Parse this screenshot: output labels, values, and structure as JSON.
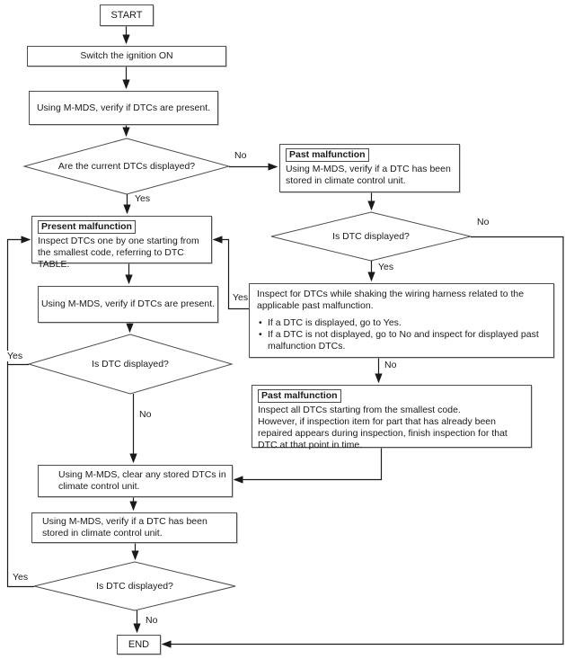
{
  "labels": {
    "yes": "Yes",
    "no": "No"
  },
  "colors": {
    "line": "#1a1a1a",
    "box_border": "#4d4d4d",
    "background": "#ffffff",
    "text": "#1a1a1a"
  },
  "nodes": {
    "start": "START",
    "switch_ignition": "Switch the ignition ON",
    "verify_dtcs_1": "Using M-MDS, verify if DTCs are present.",
    "decision_current_dtcs": "Are the current DTCs displayed?",
    "past_malfunction_1": {
      "title": "Past malfunction",
      "body": "Using M-MDS, verify if a DTC has been stored in climate control unit."
    },
    "decision_dtc_right": "Is DTC displayed?",
    "present_malfunction": {
      "title": "Present malfunction",
      "body": "Inspect DTCs one by one starting from the smallest code, referring to DTC TABLE."
    },
    "verify_dtcs_2": "Using M-MDS, verify if DTCs are present.",
    "decision_dtc_middle": "Is DTC displayed?",
    "inspect_shake": {
      "body": "Inspect for DTCs while shaking the wiring harness related to the applicable past malfunction.",
      "bullets": [
        "If a DTC is displayed, go to Yes.",
        "If a DTC is not displayed, go to No and inspect for displayed past malfunction DTCs."
      ]
    },
    "past_malfunction_2": {
      "title": "Past malfunction",
      "body_line_1": "Inspect all DTCs starting from the smallest code.",
      "body_line_2": "However, if inspection item for part that has already been repaired appears during inspection, finish inspection for that DTC at that point in time."
    },
    "clear_dtcs": "Using M-MDS, clear any stored DTCs in climate control unit.",
    "verify_stored": "Using M-MDS, verify if a DTC has been stored in climate control unit.",
    "decision_dtc_bottom": "Is DTC displayed?",
    "end": "END"
  }
}
